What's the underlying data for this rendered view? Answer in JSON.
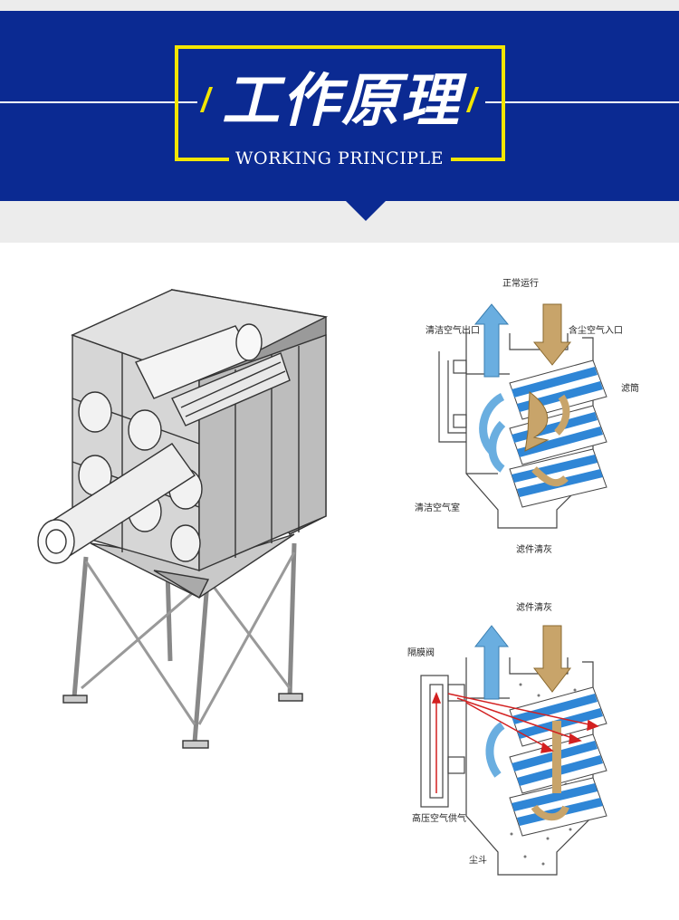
{
  "header": {
    "title": "工作原理",
    "subtitle": "WORKING PRINCIPLE"
  },
  "diagram_normal": {
    "title": "正常运行",
    "labels": {
      "clean_air_outlet": "清洁空气出口",
      "dusty_air_inlet": "含尘空气入口",
      "filter_cartridge": "滤筒",
      "clean_air_chamber": "清洁空气室",
      "filter_cleaning": "滤件清灰"
    }
  },
  "diagram_cleaning": {
    "title": "滤件清灰",
    "labels": {
      "diaphragm_valve": "隔膜阀",
      "high_pressure_air": "高压空气供气",
      "dust_hopper": "尘斗"
    }
  },
  "colors": {
    "header_blue": "#0b2a92",
    "frame_yellow": "#f3e600",
    "flow_blue": "#6aaee0",
    "filter_blue": "#2f86d6",
    "dust_tan": "#c8a46a",
    "pulse_red": "#d32020"
  }
}
